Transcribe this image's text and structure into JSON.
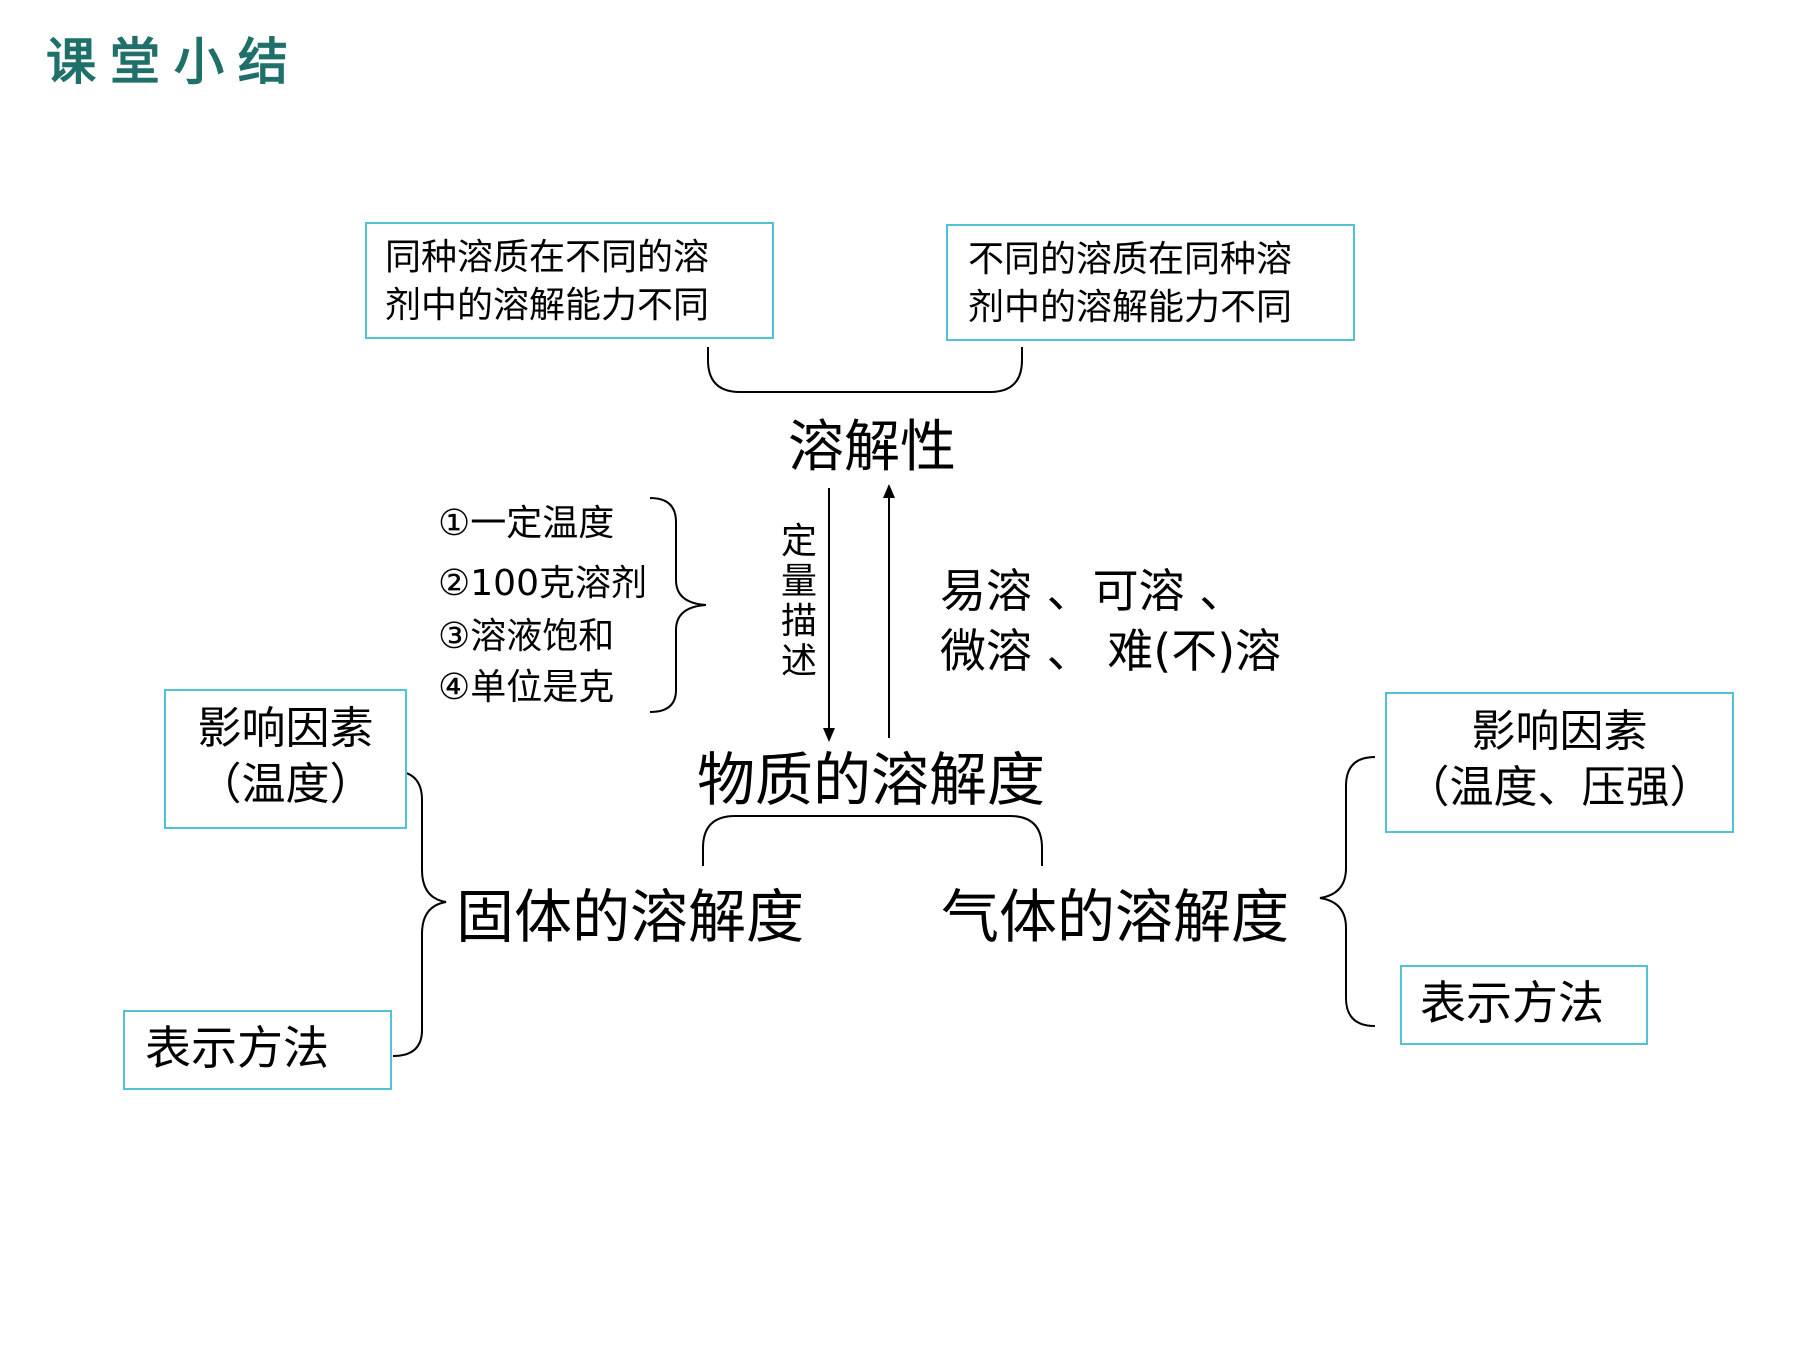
{
  "title": "课堂小结",
  "boxes": {
    "top_left": [
      "同种溶质在不同的溶",
      "剂中的溶解能力不同"
    ],
    "top_right": [
      "不同的溶质在同种溶",
      "剂中的溶解能力不同"
    ],
    "left_factor": [
      "影响因素",
      "（温度）"
    ],
    "left_method": "表示方法",
    "right_factor": [
      "影响因素",
      "（温度、压强）"
    ],
    "right_method": "表示方法"
  },
  "nodes": {
    "solubility": "溶解性",
    "substance_solubility": "物质的溶解度",
    "solid_solubility": "固体的溶解度",
    "gas_solubility": "气体的溶解度"
  },
  "conditions": [
    "①一定温度",
    "②100克溶剂",
    "③溶液饱和",
    "④单位是克"
  ],
  "quantitative_label": [
    "定",
    "量",
    "描",
    "述"
  ],
  "degrees": {
    "line1": "易溶 、可溶 、",
    "line2": "微溶 、    难(不)溶"
  }
}
